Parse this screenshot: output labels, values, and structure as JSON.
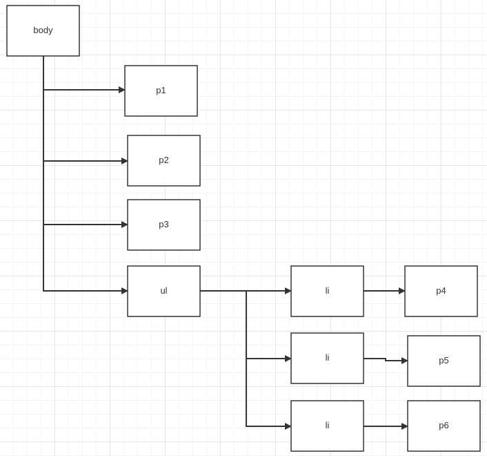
{
  "diagram": {
    "colors": {
      "stroke": "#333333",
      "fill": "#ffffff",
      "grid": "#e6e6e6"
    },
    "nodes": [
      {
        "id": "body",
        "label": "body"
      },
      {
        "id": "p1",
        "label": "p1"
      },
      {
        "id": "p2",
        "label": "p2"
      },
      {
        "id": "p3",
        "label": "p3"
      },
      {
        "id": "ul",
        "label": "ul"
      },
      {
        "id": "li1",
        "label": "li"
      },
      {
        "id": "li2",
        "label": "li"
      },
      {
        "id": "li3",
        "label": "li"
      },
      {
        "id": "p4",
        "label": "p4"
      },
      {
        "id": "p5",
        "label": "p5"
      },
      {
        "id": "p6",
        "label": "p6"
      }
    ],
    "edges": [
      {
        "from": "body",
        "to": "p1"
      },
      {
        "from": "body",
        "to": "p2"
      },
      {
        "from": "body",
        "to": "p3"
      },
      {
        "from": "body",
        "to": "ul"
      },
      {
        "from": "ul",
        "to": "li1"
      },
      {
        "from": "ul",
        "to": "li2"
      },
      {
        "from": "ul",
        "to": "li3"
      },
      {
        "from": "li1",
        "to": "p4"
      },
      {
        "from": "li2",
        "to": "p5"
      },
      {
        "from": "li3",
        "to": "p6"
      }
    ]
  }
}
